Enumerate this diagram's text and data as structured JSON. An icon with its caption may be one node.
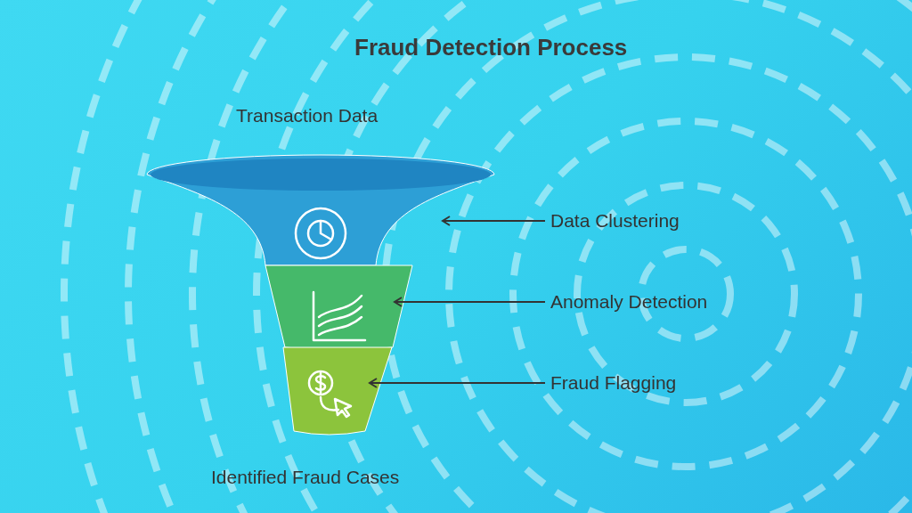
{
  "diagram": {
    "title": "Fraud Detection Process",
    "nodes": [
      {
        "text": [],
        "shape": "trapezoid"
      },
      {
        "text": [],
        "shape": "trapezoid"
      },
      {
        "text": [],
        "shape": "trapezoid"
      },
      {
        "text": [
          "Data Clustering"
        ]
      },
      {
        "text": [
          "Anomaly Detection"
        ]
      },
      {
        "text": [
          "Fraud Flagging"
        ]
      }
    ],
    "edges": [
      {
        "from": 3,
        "to": 0,
        "arrow": "to"
      },
      {
        "from": 4,
        "to": 1,
        "arrow": "to"
      },
      {
        "from": 5,
        "to": 2,
        "arrow": "to"
      }
    ],
    "labels": [
      "Transaction Data",
      "Identified Fraud Cases"
    ]
  }
}
